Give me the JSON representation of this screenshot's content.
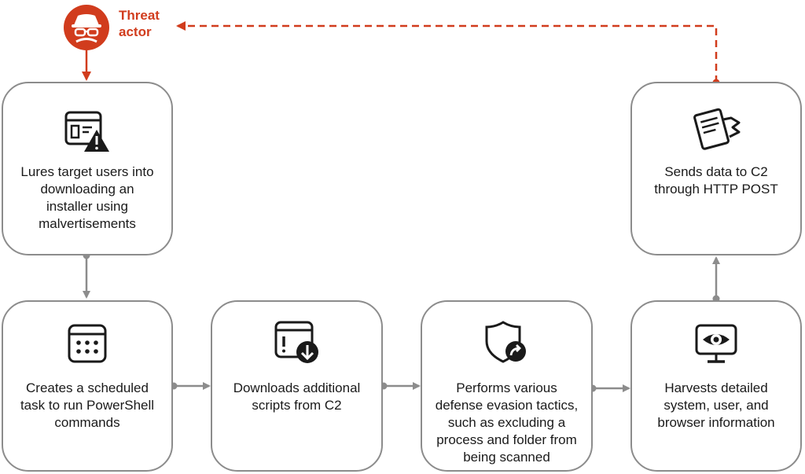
{
  "threat_actor": {
    "label": "Threat\nactor",
    "icon": "hacker-icon",
    "color": "#d13c1d"
  },
  "steps": {
    "lures": {
      "text": "Lures target users into\ndownloading an\ninstaller using\nmalvertisements",
      "icon": "window-warning-icon"
    },
    "scheduled_task": {
      "text": "Creates a scheduled\ntask to run PowerShell\ncommands",
      "icon": "calendar-icon"
    },
    "downloads": {
      "text": "Downloads additional\nscripts from C2",
      "icon": "window-download-icon"
    },
    "evasion": {
      "text": "Performs various\ndefense evasion tactics,\nsuch as excluding a\nprocess and folder from\nbeing scanned",
      "icon": "shield-share-icon"
    },
    "harvests": {
      "text": "Harvests detailed\nsystem, user, and\nbrowser information",
      "icon": "monitor-eye-icon"
    },
    "sends": {
      "text": "Sends data to C2\nthrough HTTP POST",
      "icon": "documents-icon"
    }
  },
  "colors": {
    "box_border": "#8c8c8c",
    "connector": "#8c8c8c",
    "accent": "#d13c1d"
  }
}
